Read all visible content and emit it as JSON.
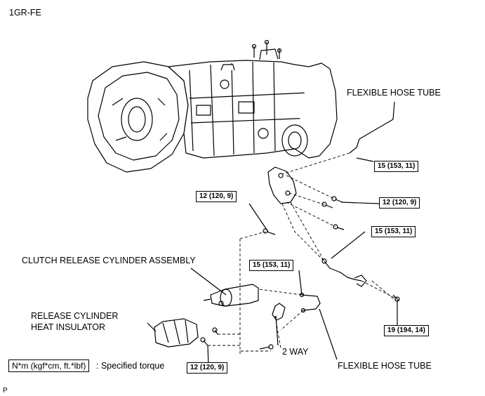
{
  "header": {
    "engine": "1GR-FE"
  },
  "labels": {
    "flexible_hose_tube_top": "FLEXIBLE HOSE TUBE",
    "flexible_hose_tube_bottom": "FLEXIBLE HOSE TUBE",
    "clutch_release_cylinder": "CLUTCH RELEASE CYLINDER ASSEMBLY",
    "insulator_line1": "RELEASE CYLINDER",
    "insulator_line2": "HEAT INSULATOR",
    "two_way": "2 WAY"
  },
  "torques": {
    "hose_tube_upper": "15 (153, 11)",
    "bracket_bolt_right": "12 (120, 9)",
    "bracket_bolt_left": "12 (120, 9)",
    "hose_tube_right": "15 (153, 11)",
    "hose_tube_center": "15 (153, 11)",
    "bolt_lower_right": "19 (194, 14)",
    "insulator_bolt": "12 (120, 9)"
  },
  "legend": {
    "unit": "N*m (kgf*cm, ft.*lbf)",
    "text": ": Specified torque"
  },
  "footer": {
    "code": "P"
  }
}
